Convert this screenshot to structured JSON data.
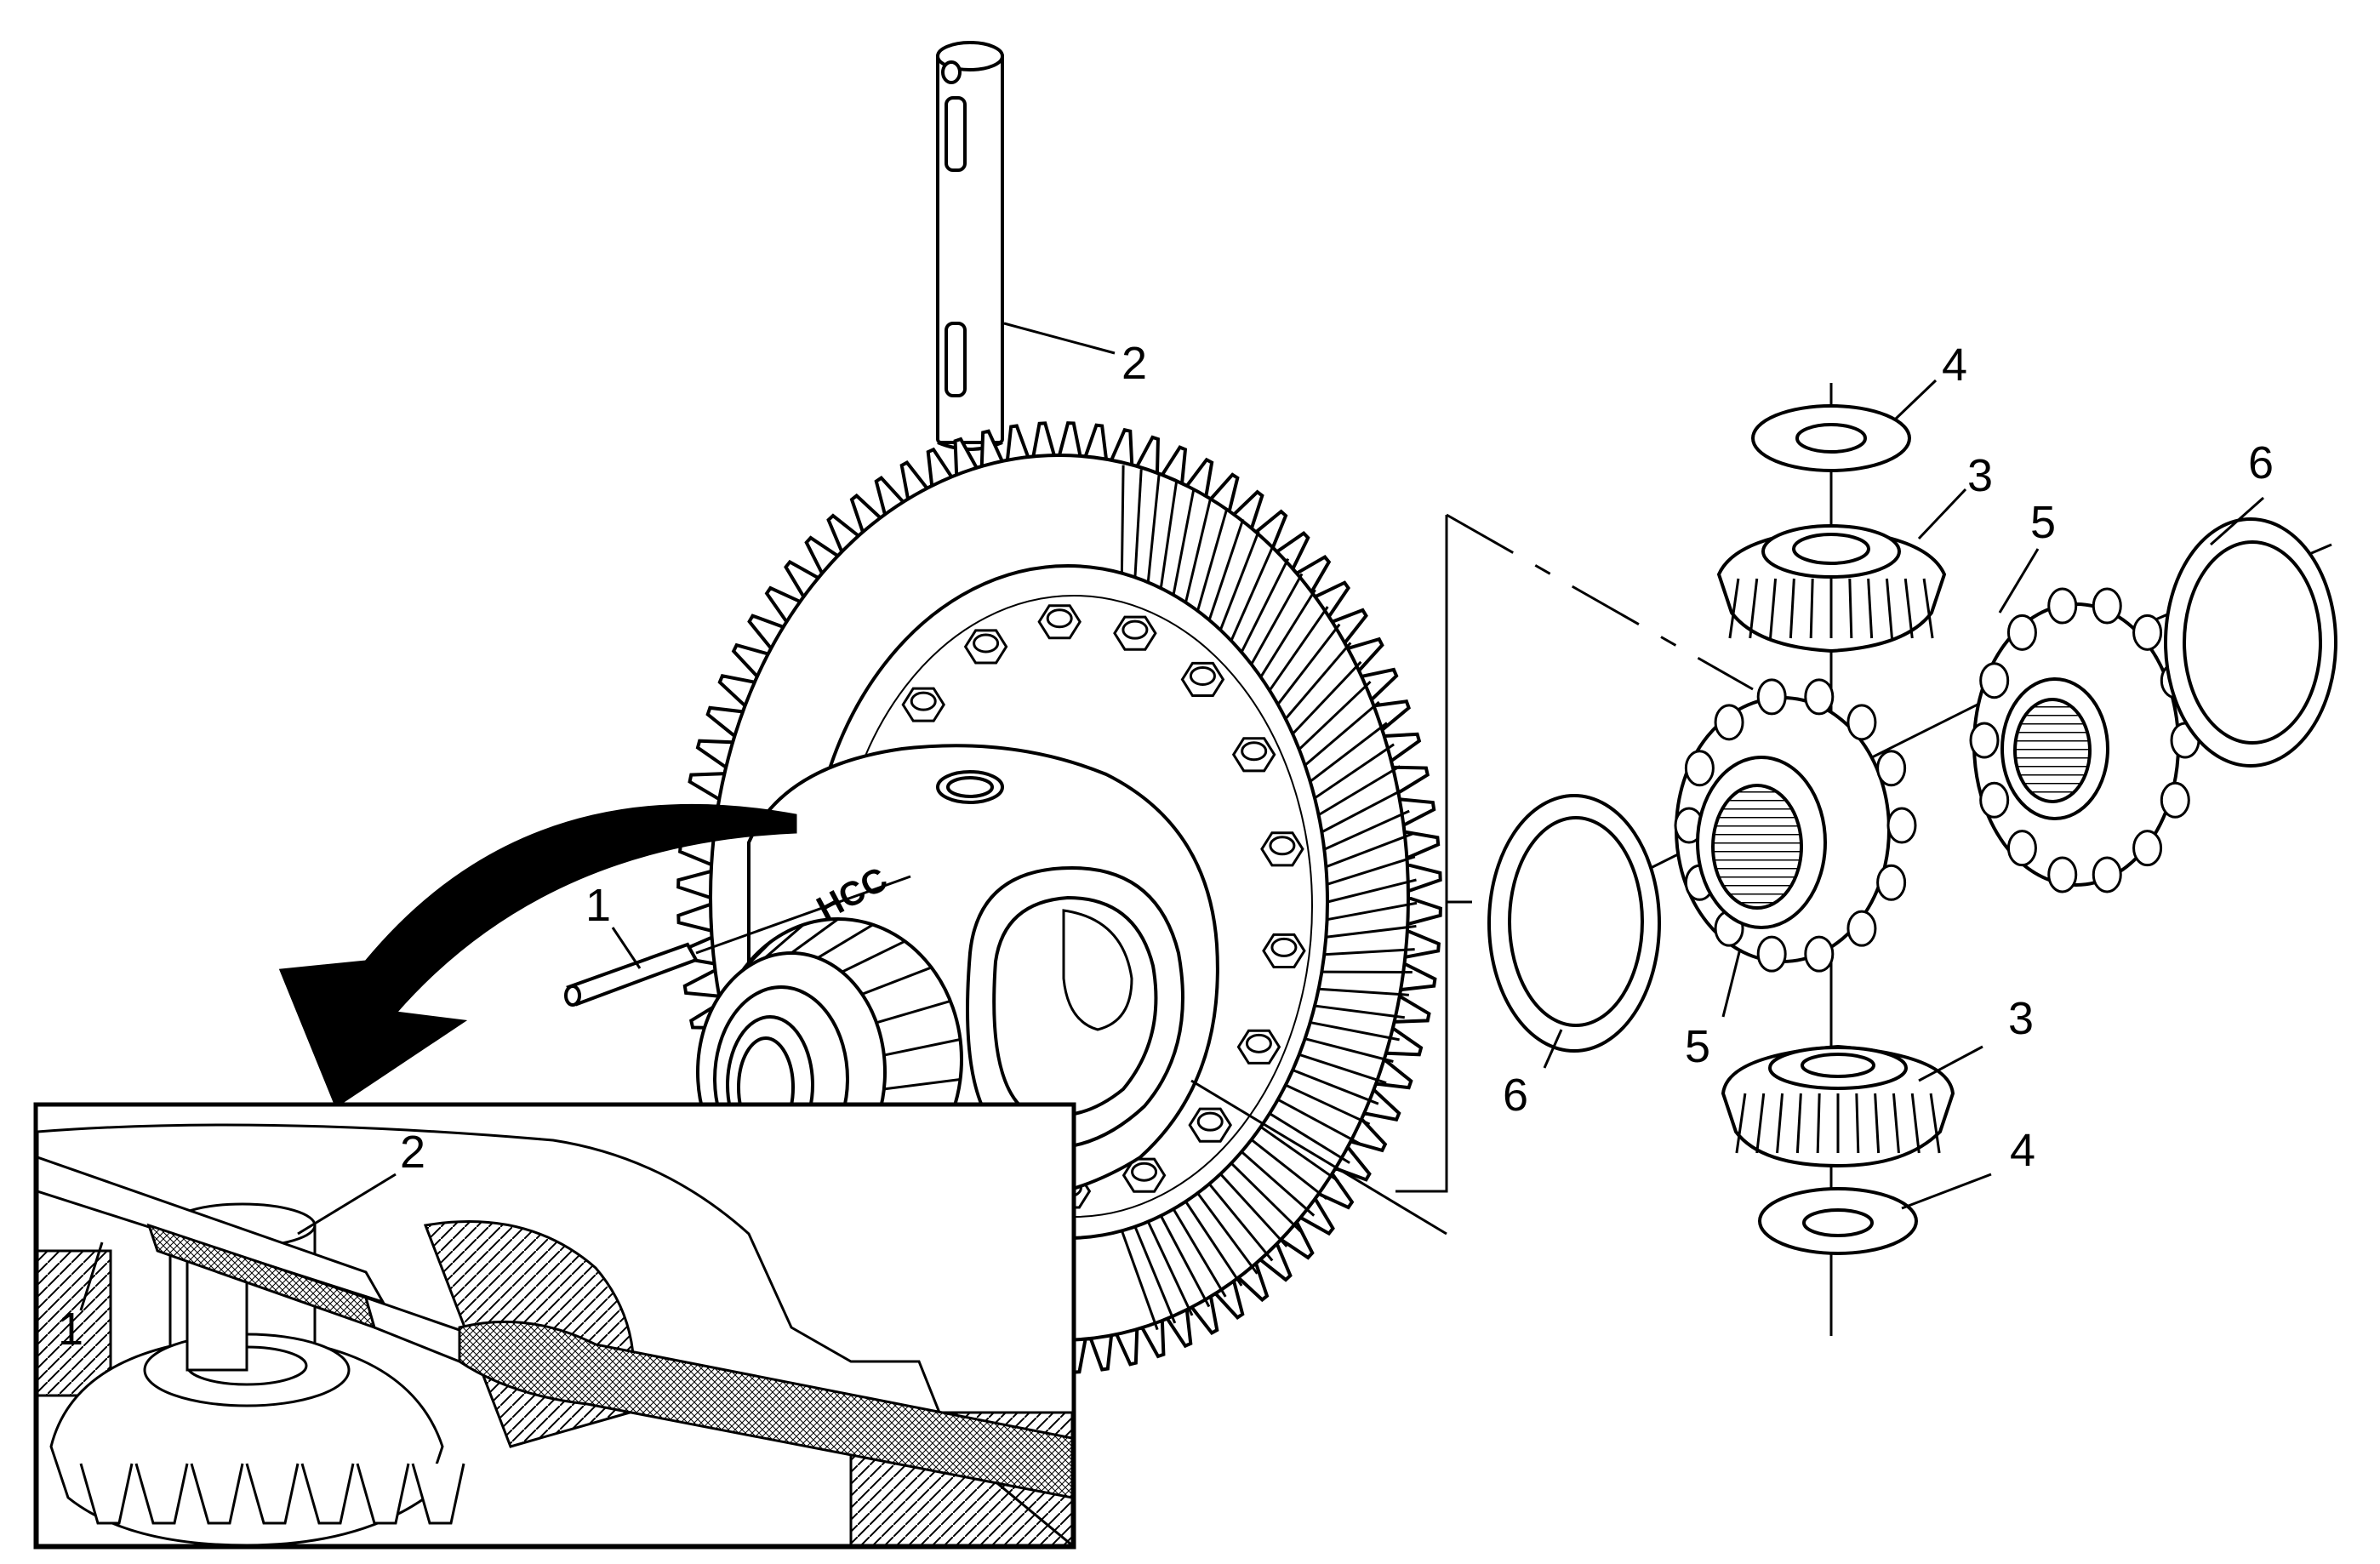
{
  "diagram": {
    "callouts": [
      {
        "id": "c2-top",
        "text": "2"
      },
      {
        "id": "c1-main",
        "text": "1"
      },
      {
        "id": "c4-top",
        "text": "4"
      },
      {
        "id": "c3-top",
        "text": "3"
      },
      {
        "id": "c5-right",
        "text": "5"
      },
      {
        "id": "c6-right",
        "text": "6"
      },
      {
        "id": "c5-left",
        "text": "5"
      },
      {
        "id": "c6-left",
        "text": "6"
      },
      {
        "id": "c3-bottom",
        "text": "3"
      },
      {
        "id": "c4-bottom",
        "text": "4"
      },
      {
        "id": "c2-inset",
        "text": "2"
      },
      {
        "id": "c1-inset",
        "text": "1"
      }
    ],
    "case_marking": "HCC"
  }
}
